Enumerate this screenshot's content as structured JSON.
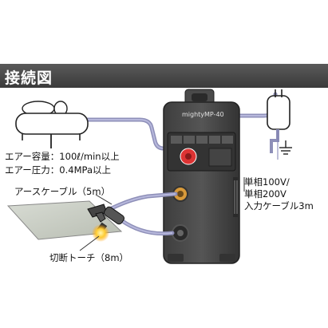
{
  "header": {
    "title": "接続図"
  },
  "compressor": {
    "air_volume": "エアー容量：100ℓ/min以上",
    "air_pressure": "エアー圧力：0.4MPa以上"
  },
  "machine": {
    "brand": "mighty",
    "model": "MP-40"
  },
  "power": {
    "line1": "単相100V/",
    "line2": "単相200V",
    "line3": "入力ケーブル3m"
  },
  "earth_cable": {
    "label": "アースケーブル（5m）"
  },
  "torch": {
    "label": "切断トーチ（8m）"
  }
}
